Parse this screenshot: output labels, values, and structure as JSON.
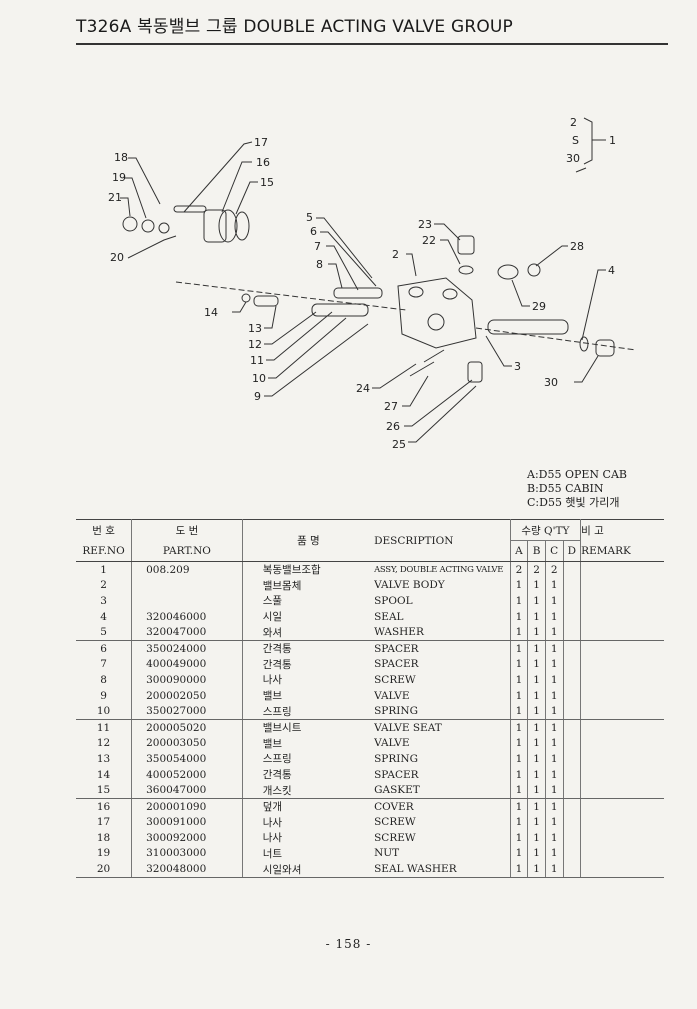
{
  "header": {
    "title": "T326A 복동밸브 그룹 DOUBLE ACTING VALVE GROUP"
  },
  "diagram_labels": [
    "17",
    "18",
    "16",
    "19",
    "15",
    "21",
    "20",
    "5",
    "6",
    "7",
    "8",
    "2",
    "23",
    "22",
    "28",
    "4",
    "29",
    "14",
    "13",
    "12",
    "11",
    "10",
    "9",
    "24",
    "27",
    "26",
    "25",
    "3",
    "30",
    "1"
  ],
  "diagram_label_1_group": {
    "top": "2",
    "mid": "S",
    "bottom": "30"
  },
  "legend": {
    "a": "A:D55 OPEN CAB",
    "b": "B:D55 CABIN",
    "c": "C:D55 햇빛 가리개"
  },
  "table": {
    "headers": {
      "ref_kr": "번 호",
      "ref_en": "REF.NO",
      "part_kr": "도 번",
      "part_en": "PART.NO",
      "name_kr": "품 명",
      "desc": "DESCRIPTION",
      "qty_kr": "수량",
      "qty_en": "Q'TY",
      "qty_a": "A",
      "qty_b": "B",
      "qty_c": "C",
      "qty_d": "D",
      "remark_kr": "비 고",
      "remark_en": "REMARK"
    },
    "groups": [
      [
        {
          "ref": "1",
          "part": "008.209",
          "name": "복동밸브조합",
          "desc": "ASSY, DOUBLE ACTING VALVE",
          "a": "2",
          "b": "2",
          "c": "2",
          "d": ""
        },
        {
          "ref": "2",
          "part": "",
          "name": "밸브몸체",
          "desc": "VALVE BODY",
          "a": "1",
          "b": "1",
          "c": "1",
          "d": ""
        },
        {
          "ref": "3",
          "part": "",
          "name": "스풀",
          "desc": "SPOOL",
          "a": "1",
          "b": "1",
          "c": "1",
          "d": ""
        },
        {
          "ref": "4",
          "part": "320046000",
          "name": "시일",
          "desc": "SEAL",
          "a": "1",
          "b": "1",
          "c": "1",
          "d": ""
        },
        {
          "ref": "5",
          "part": "320047000",
          "name": "와셔",
          "desc": "WASHER",
          "a": "1",
          "b": "1",
          "c": "1",
          "d": ""
        }
      ],
      [
        {
          "ref": "6",
          "part": "350024000",
          "name": "간격통",
          "desc": "SPACER",
          "a": "1",
          "b": "1",
          "c": "1",
          "d": ""
        },
        {
          "ref": "7",
          "part": "400049000",
          "name": "간격통",
          "desc": "SPACER",
          "a": "1",
          "b": "1",
          "c": "1",
          "d": ""
        },
        {
          "ref": "8",
          "part": "300090000",
          "name": "나사",
          "desc": "SCREW",
          "a": "1",
          "b": "1",
          "c": "1",
          "d": ""
        },
        {
          "ref": "9",
          "part": "200002050",
          "name": "밸브",
          "desc": "VALVE",
          "a": "1",
          "b": "1",
          "c": "1",
          "d": ""
        },
        {
          "ref": "10",
          "part": "350027000",
          "name": "스프링",
          "desc": "SPRING",
          "a": "1",
          "b": "1",
          "c": "1",
          "d": ""
        }
      ],
      [
        {
          "ref": "11",
          "part": "200005020",
          "name": "밸브시트",
          "desc": "VALVE SEAT",
          "a": "1",
          "b": "1",
          "c": "1",
          "d": ""
        },
        {
          "ref": "12",
          "part": "200003050",
          "name": "밸브",
          "desc": "VALVE",
          "a": "1",
          "b": "1",
          "c": "1",
          "d": ""
        },
        {
          "ref": "13",
          "part": "350054000",
          "name": "스프링",
          "desc": "SPRING",
          "a": "1",
          "b": "1",
          "c": "1",
          "d": ""
        },
        {
          "ref": "14",
          "part": "400052000",
          "name": "간격통",
          "desc": "SPACER",
          "a": "1",
          "b": "1",
          "c": "1",
          "d": ""
        },
        {
          "ref": "15",
          "part": "360047000",
          "name": "개스킷",
          "desc": "GASKET",
          "a": "1",
          "b": "1",
          "c": "1",
          "d": ""
        }
      ],
      [
        {
          "ref": "16",
          "part": "200001090",
          "name": "덮개",
          "desc": "COVER",
          "a": "1",
          "b": "1",
          "c": "1",
          "d": ""
        },
        {
          "ref": "17",
          "part": "300091000",
          "name": "나사",
          "desc": "SCREW",
          "a": "1",
          "b": "1",
          "c": "1",
          "d": ""
        },
        {
          "ref": "18",
          "part": "300092000",
          "name": "나사",
          "desc": "SCREW",
          "a": "1",
          "b": "1",
          "c": "1",
          "d": ""
        },
        {
          "ref": "19",
          "part": "310003000",
          "name": "너트",
          "desc": "NUT",
          "a": "1",
          "b": "1",
          "c": "1",
          "d": ""
        },
        {
          "ref": "20",
          "part": "320048000",
          "name": "시일와셔",
          "desc": "SEAL WASHER",
          "a": "1",
          "b": "1",
          "c": "1",
          "d": ""
        }
      ]
    ]
  },
  "footer": {
    "page_number": "- 158 -"
  }
}
